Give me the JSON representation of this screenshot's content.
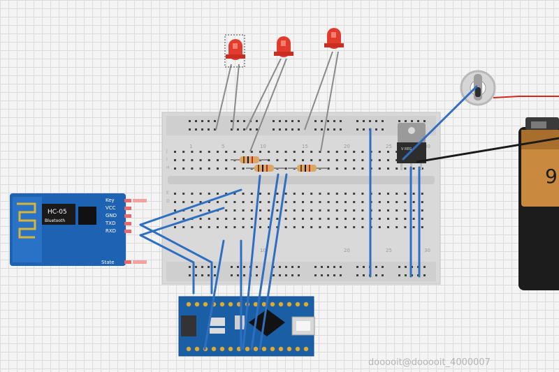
{
  "breadboard": {
    "column_numbers": [
      "1",
      "5",
      "10",
      "15",
      "20",
      "25",
      "30"
    ],
    "row_letters_top": [
      "J",
      "I",
      "H",
      "G",
      "F"
    ],
    "row_letters_bottom": [
      "E",
      "D",
      "C",
      "B",
      "A"
    ]
  },
  "bluetooth_module": {
    "name": "HC-05",
    "subtitle": "Bluetooth",
    "pins": [
      "Key",
      "VCC",
      "GND",
      "TXD",
      "RXD",
      "State"
    ]
  },
  "regulator": {
    "label": "V REG"
  },
  "battery": {
    "label": "9"
  },
  "watermark": "dooooit@dooooit_4000007",
  "colors": {
    "wire": "#2f6fc2",
    "led": "#e23b2e",
    "board": "#1a5fa6",
    "battery_body": "#1c1c1c",
    "battery_cap": "#c98a3f"
  }
}
